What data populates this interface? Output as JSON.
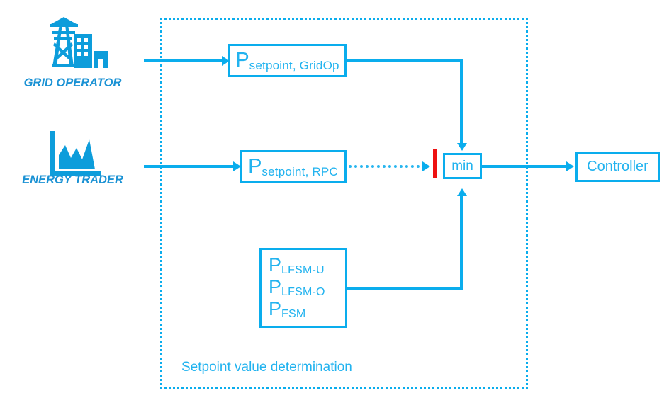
{
  "diagram": {
    "title": "Setpoint value determination",
    "colors": {
      "primary": "#0aaded",
      "text": "#22b3ef",
      "actor_label": "#1b92d4",
      "blocker": "#ee1111",
      "background": "#ffffff"
    }
  },
  "actors": [
    {
      "id": "grid-operator",
      "label": "GRID OPERATOR",
      "icon": "transmission-tower-icon"
    },
    {
      "id": "energy-trader",
      "label": "ENERGY TRADER",
      "icon": "area-chart-icon"
    }
  ],
  "blocks": {
    "setpoint_gridop": {
      "base": "P",
      "sub": "setpoint, GridOp"
    },
    "setpoint_rpc": {
      "base": "P",
      "sub": "setpoint, RPC"
    },
    "lfsm": {
      "lines": [
        {
          "base": "P",
          "sub": "LFSM-U"
        },
        {
          "base": "P",
          "sub": "LFSM-O"
        },
        {
          "base": "P",
          "sub": "FSM"
        }
      ]
    },
    "min": {
      "label": "min"
    },
    "controller": {
      "label": "Controller"
    }
  },
  "region": {
    "caption": "Setpoint value determination"
  }
}
